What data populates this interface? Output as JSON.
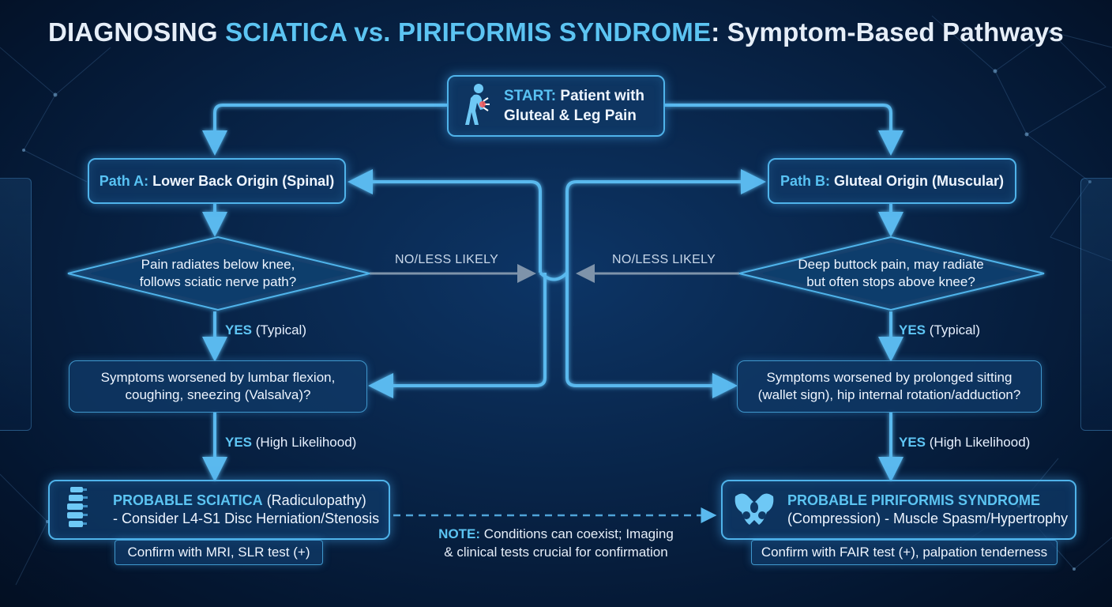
{
  "title": {
    "part1": "DIAGNOSING ",
    "part2": "SCIATICA vs. PIRIFORMIS SYNDROME",
    "part3": ": Symptom-Based Pathways"
  },
  "start": {
    "prefix": "START:",
    "line1": "Patient with",
    "line2": "Gluteal & Leg Pain",
    "icon": "person-back-pain-icon"
  },
  "path_a": {
    "prefix": "Path A:",
    "label": "Lower Back Origin (Spinal)",
    "question1_line1": "Pain radiates below knee,",
    "question1_line2": "follows sciatic nerve path?",
    "yes1_label": "YES",
    "yes1_detail": "(Typical)",
    "question2_line1": "Symptoms worsened by lumbar flexion,",
    "question2_line2": "coughing, sneezing (Valsalva)?",
    "yes2_label": "YES",
    "yes2_detail": "(High Likelihood)",
    "result_title": "PROBABLE SCIATICA",
    "result_sub": "(Radiculopathy)",
    "result_line2": "- Consider L4-S1 Disc Herniation/Stenosis",
    "confirm": "Confirm with MRI, SLR test (+)",
    "icon": "spine-icon"
  },
  "path_b": {
    "prefix": "Path B:",
    "label": "Gluteal Origin (Muscular)",
    "question1_line1": "Deep buttock pain, may radiate",
    "question1_line2": "but often stops above knee?",
    "yes1_label": "YES",
    "yes1_detail": "(Typical)",
    "question2_line1": "Symptoms worsened by prolonged sitting",
    "question2_line2": "(wallet sign), hip internal rotation/adduction?",
    "yes2_label": "YES",
    "yes2_detail": "(High Likelihood)",
    "result_title": "PROBABLE PIRIFORMIS SYNDROME",
    "result_line2": "(Compression) - Muscle Spasm/Hypertrophy",
    "confirm": "Confirm with FAIR test (+), palpation tenderness",
    "icon": "pelvis-icon"
  },
  "no_label_left": "NO/LESS LIKELY",
  "no_label_right": "NO/LESS LIKELY",
  "note": {
    "prefix": "NOTE:",
    "line1": "Conditions can coexist; Imaging",
    "line2": "& clinical tests crucial for confirmation"
  },
  "colors": {
    "accent": "#5cc4f2",
    "line": "#4fb3ea",
    "background": "#082448"
  }
}
